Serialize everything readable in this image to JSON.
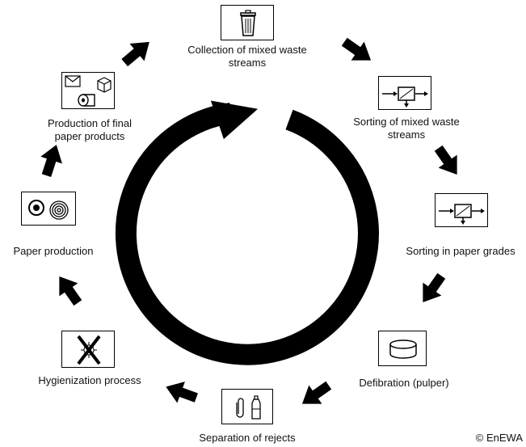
{
  "steps": {
    "collection": "Collection of mixed waste\nstreams",
    "sorting_mixed": "Sorting of mixed waste\nstreams",
    "sorting_grades": "Sorting in paper grades",
    "defibration": "Defibration (pulper)",
    "separation": "Separation of rejects",
    "hygienization": "Hygienization process",
    "paper_production": "Paper production",
    "final_products": "Production of final\npaper products"
  },
  "copyright": "© EnEWA",
  "icons": {
    "collection": "trash-bin-icon",
    "sorting_mixed": "sorting-machine-icon",
    "sorting_grades": "sorting-machine-icon",
    "defibration": "pulper-drum-icon",
    "separation": "paperclip-bottle-icon",
    "hygienization": "crossed-bacteria-icon",
    "paper_production": "paper-rolls-icon",
    "final_products": "envelope-toiletroll-box-icon"
  },
  "colors": {
    "ink": "#000000",
    "background": "#ffffff"
  }
}
